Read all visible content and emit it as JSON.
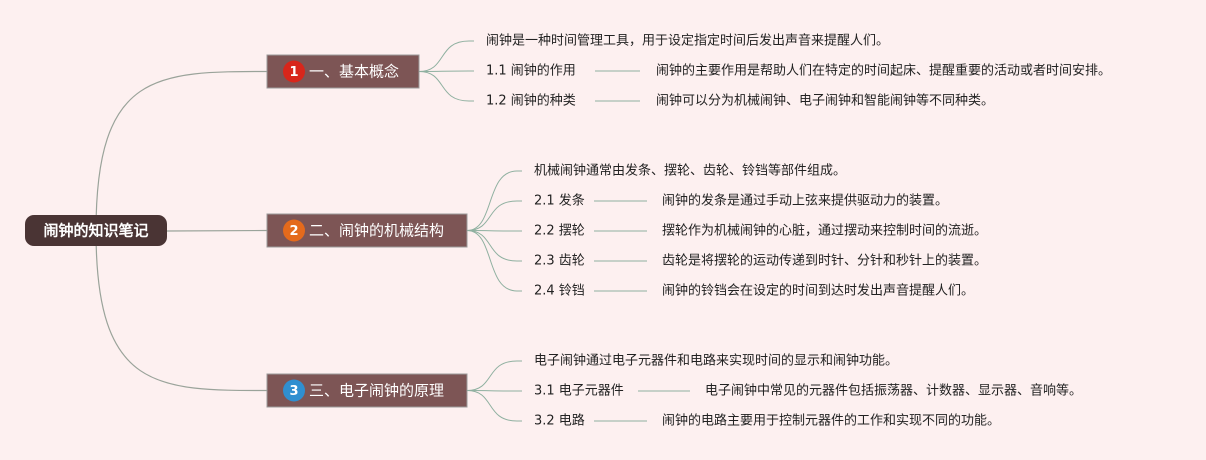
{
  "root": {
    "label": "闹钟的知识笔记"
  },
  "branches": [
    {
      "number": "1",
      "label": "一、基本概念",
      "badge_color": "#d8261b",
      "intro": "闹钟是一种时间管理工具，用于设定指定时间后发出声音来提醒人们。",
      "items": [
        {
          "label": "1.1 闹钟的作用",
          "desc": "闹钟的主要作用是帮助人们在特定的时间起床、提醒重要的活动或者时间安排。"
        },
        {
          "label": "1.2 闹钟的种类",
          "desc": "闹钟可以分为机械闹钟、电子闹钟和智能闹钟等不同种类。"
        }
      ]
    },
    {
      "number": "2",
      "label": "二、闹钟的机械结构",
      "badge_color": "#e46a1c",
      "intro": "机械闹钟通常由发条、摆轮、齿轮、铃铛等部件组成。",
      "items": [
        {
          "label": "2.1 发条",
          "desc": "闹钟的发条是通过手动上弦来提供驱动力的装置。"
        },
        {
          "label": "2.2 摆轮",
          "desc": "摆轮作为机械闹钟的心脏，通过摆动来控制时间的流逝。"
        },
        {
          "label": "2.3 齿轮",
          "desc": "齿轮是将摆轮的运动传递到时针、分针和秒针上的装置。"
        },
        {
          "label": "2.4 铃铛",
          "desc": "闹钟的铃铛会在设定的时间到达时发出声音提醒人们。"
        }
      ]
    },
    {
      "number": "3",
      "label": "三、电子闹钟的原理",
      "badge_color": "#2f8fd0",
      "intro": "电子闹钟通过电子元器件和电路来实现时间的显示和闹钟功能。",
      "items": [
        {
          "label": "3.1 电子元器件",
          "desc": "电子闹钟中常见的元器件包括振荡器、计数器、显示器、音响等。"
        },
        {
          "label": "3.2 电路",
          "desc": "闹钟的电路主要用于控制元器件的工作和实现不同的功能。"
        }
      ]
    }
  ],
  "colors": {
    "background": "#fdf0f0",
    "root_fill": "#4a3434",
    "branch_fill": "#7d5555",
    "branch_border": "#9a9a9a",
    "root_connector": "#9aa39a",
    "connector": "#8fb0a0",
    "text": "#222222"
  }
}
